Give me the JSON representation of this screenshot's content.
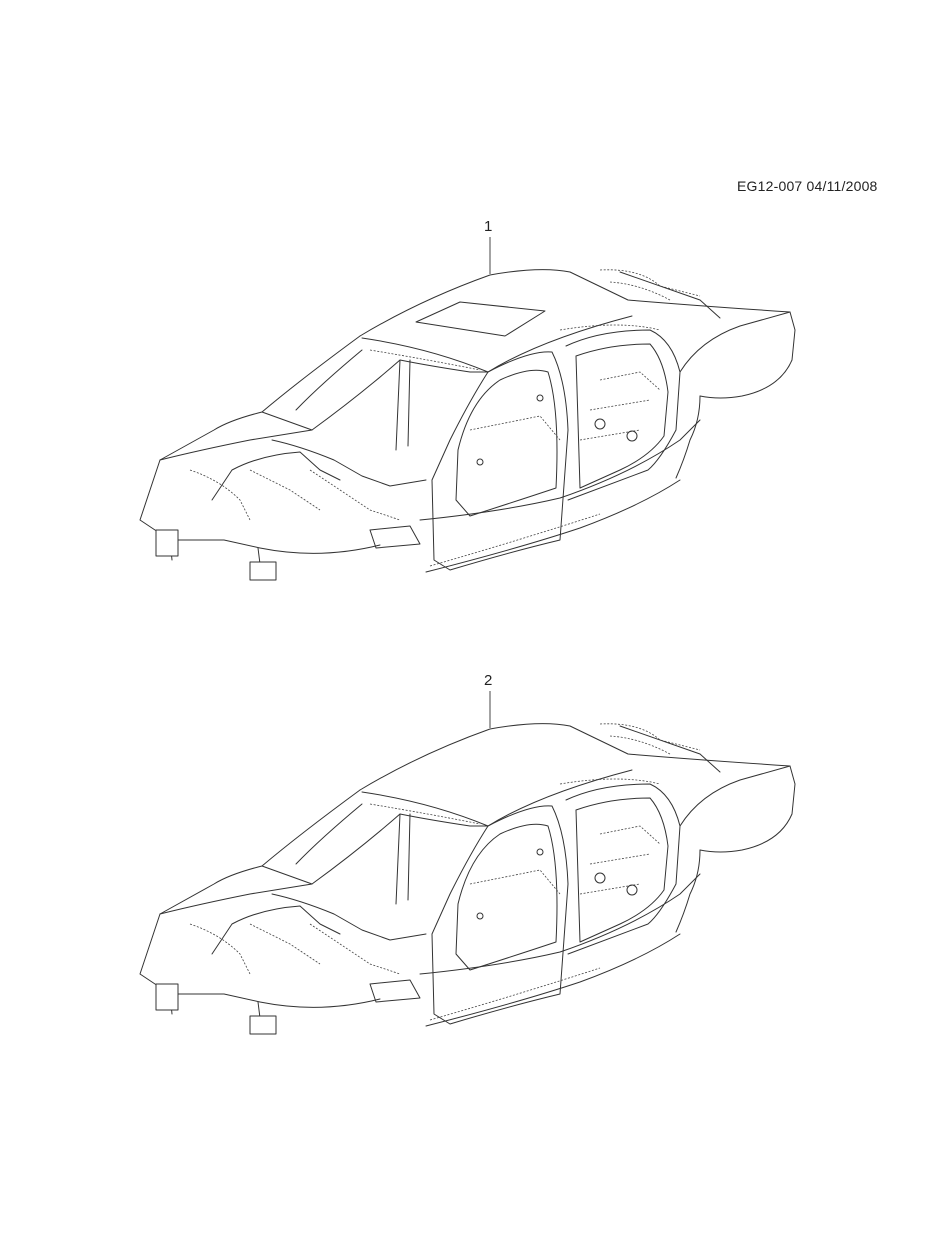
{
  "document": {
    "reference": "EG12-007 04/11/2008"
  },
  "callouts": [
    {
      "label": "1",
      "has_sunroof_panel": true
    },
    {
      "label": "2",
      "has_sunroof_panel": false
    }
  ]
}
